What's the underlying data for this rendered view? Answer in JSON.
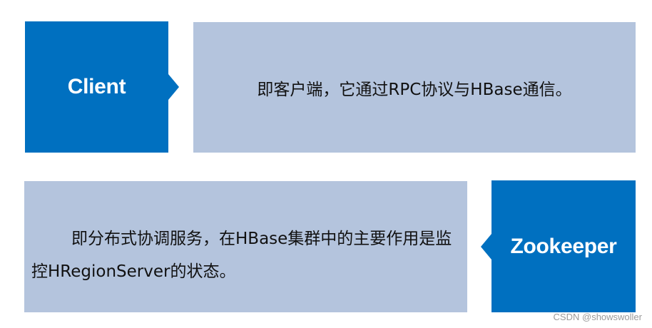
{
  "client": {
    "label": "Client",
    "description": "即客户端，它通过RPC协议与HBase通信。"
  },
  "zookeeper": {
    "label": "Zookeeper",
    "description": "即分布式协调服务，在HBase集群中的主要作用是监控HRegionServer的状态。"
  },
  "watermark": "CSDN @showswoller",
  "colors": {
    "tile": "#0070c0",
    "description_bg": "#b4c4dd",
    "tile_text": "#ffffff"
  }
}
